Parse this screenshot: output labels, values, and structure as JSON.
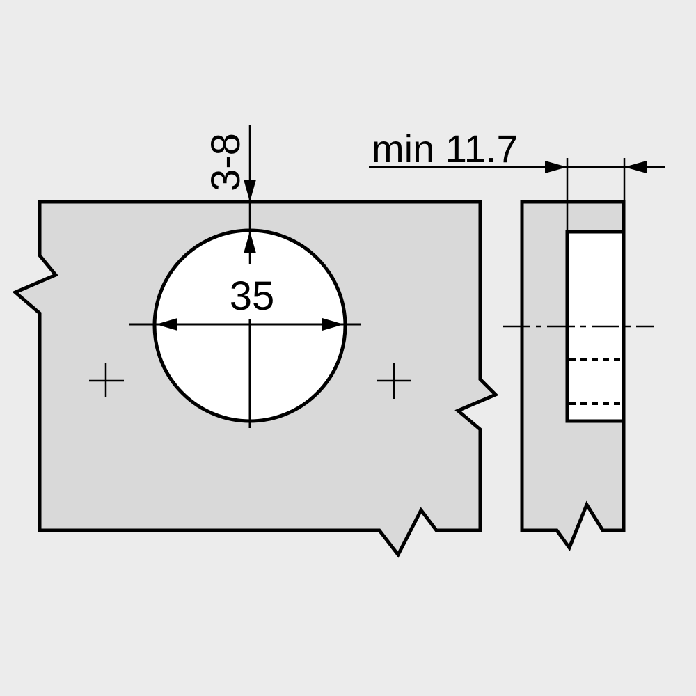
{
  "diagram": {
    "title": "Hinge cup drilling dimensions",
    "background_color": "#ececec",
    "panel_fill": "#d9d9d9",
    "bore_fill": "#ffffff",
    "line_color": "#000000"
  },
  "front_view": {
    "edge_distance_label": "3-8",
    "bore_diameter_label": "35",
    "screw_marks": [
      "left-cross",
      "right-cross"
    ]
  },
  "side_view": {
    "min_thickness_label": "min 11.7"
  }
}
